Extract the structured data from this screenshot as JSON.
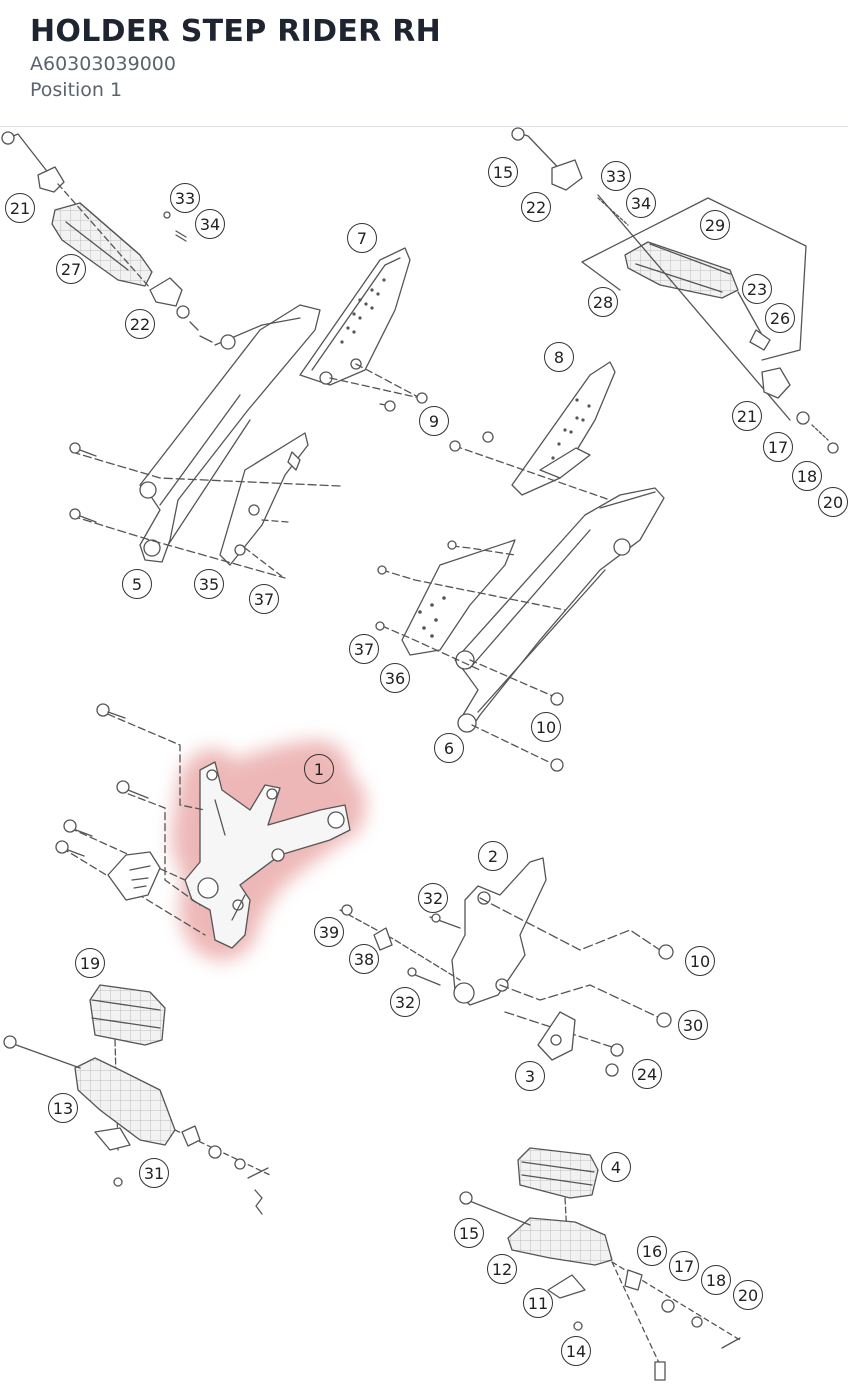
{
  "header": {
    "title": "HOLDER STEP RIDER RH",
    "part_number": "A60303039000",
    "position": "Position 1"
  },
  "diagram": {
    "highlight_color": "#e8a0a0",
    "line_color": "#555555",
    "highlighted_callout": "1",
    "callouts": [
      {
        "label": "21"
      },
      {
        "label": "27"
      },
      {
        "label": "33"
      },
      {
        "label": "34"
      },
      {
        "label": "22"
      },
      {
        "label": "7"
      },
      {
        "label": "15"
      },
      {
        "label": "22"
      },
      {
        "label": "33"
      },
      {
        "label": "34"
      },
      {
        "label": "29"
      },
      {
        "label": "23"
      },
      {
        "label": "26"
      },
      {
        "label": "28"
      },
      {
        "label": "8"
      },
      {
        "label": "9"
      },
      {
        "label": "21"
      },
      {
        "label": "17"
      },
      {
        "label": "18"
      },
      {
        "label": "20"
      },
      {
        "label": "5"
      },
      {
        "label": "35"
      },
      {
        "label": "37"
      },
      {
        "label": "37"
      },
      {
        "label": "36"
      },
      {
        "label": "10"
      },
      {
        "label": "6"
      },
      {
        "label": "1"
      },
      {
        "label": "2"
      },
      {
        "label": "32"
      },
      {
        "label": "39"
      },
      {
        "label": "38"
      },
      {
        "label": "10"
      },
      {
        "label": "32"
      },
      {
        "label": "30"
      },
      {
        "label": "24"
      },
      {
        "label": "3"
      },
      {
        "label": "19"
      },
      {
        "label": "13"
      },
      {
        "label": "31"
      },
      {
        "label": "4"
      },
      {
        "label": "15"
      },
      {
        "label": "12"
      },
      {
        "label": "16"
      },
      {
        "label": "17"
      },
      {
        "label": "18"
      },
      {
        "label": "20"
      },
      {
        "label": "11"
      },
      {
        "label": "14"
      }
    ]
  }
}
